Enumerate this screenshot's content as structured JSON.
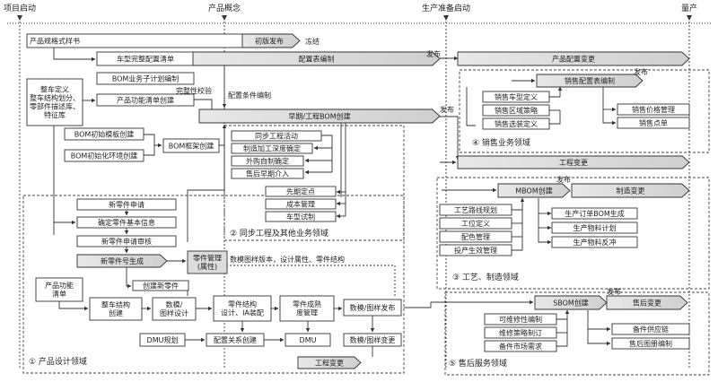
{
  "milestones": [
    "项目启动",
    "产品概念",
    "生产准备启动",
    "量产"
  ],
  "domains": {
    "d1": "① 产品设计领域",
    "d2": "② 同步工程及其他业务领域",
    "d3": "③ 工艺、制造领域",
    "d4": "④ 销售业务领域",
    "d5": "⑤ 售后服务领域"
  },
  "boxes": {
    "spec_book": "产品规格式样书",
    "first_release": "初版发布",
    "freeze": "冻结",
    "vehicle_config": "车型完整配置清单",
    "config_table_edit": "配置表编制",
    "product_config_change": "产品配置变更",
    "release1": "发布",
    "release2": "发布",
    "release3": "发布",
    "release4": "发布",
    "release5": "发布",
    "bom_sub_plan": "BOM业务子计划编制",
    "vehicle_def": "整车定义\n整车结构划分、\n零部件描述库、\n特征库",
    "func_list": "产品功能清单创建",
    "complete_check": "完整性校验",
    "config_cond": "配置条件编制",
    "early_bom": "早期/工程BOM创建",
    "bom_template": "BOM初始模板创建",
    "bom_env": "BOM初始化环境创建",
    "bom_frame": "BOM框架创建",
    "sync_eng": "同步工程活动",
    "process_depth": "制造加工深度确定",
    "outsource": "外购自制确定",
    "aftersale_early": "售后早期介入",
    "advanced_point": "先期定点",
    "cost_mgmt": "成本管理",
    "trial_prod": "车型试制",
    "sales_config_edit": "销售配置表编制",
    "sales_models": "销售车型定义",
    "sales_region": "销售区域策略",
    "sales_options": "销售选装定义",
    "sales_price": "销售价格管理",
    "sales_order": "销售点单",
    "eng_change": "工程变更",
    "mbom_create": "MBOM创建",
    "mfg_change": "制造变更",
    "route_plan": "工艺路线规划",
    "station_def": "工位定义",
    "color_mgmt": "配色管理",
    "production_mgmt": "投产生效管理",
    "order_bom": "生产订单BOM生成",
    "material_plan": "生产物料计划",
    "material_back": "生产物料反冲",
    "new_part_req": "新零件申请",
    "confirm_basic": "确定零件基本信息",
    "review_req": "新零件申请审核",
    "part_number": "新零件号生成",
    "part_mgmt": "零件管理\n(属性)",
    "create_part": "创建新零件",
    "func_list_in": "产品功能\n清单",
    "vehicle_struct": "整车结构\n创建",
    "digital_design": "数模/\n图样设计",
    "part_struct": "零件结构\n设计、IA装配",
    "maturity": "零件成熟\n度管理",
    "model_release": "数模/图样发布",
    "data_note": "数模图样版本，设计属性、零件结构",
    "dmu_plan": "DMU规划",
    "config_rel": "配置关系创建",
    "dmu": "DMU",
    "model_change": "数模/图样变更",
    "eng_change2": "工程变更",
    "sbom_create": "SBOM创建",
    "aftersale_change": "售后变更",
    "maint_edit": "可维修性编制",
    "maint_strategy": "维修策略制订",
    "parts_demand": "备件市场需求",
    "parts_supply": "备件供应链",
    "aftersale_manual": "售后图册编制"
  }
}
